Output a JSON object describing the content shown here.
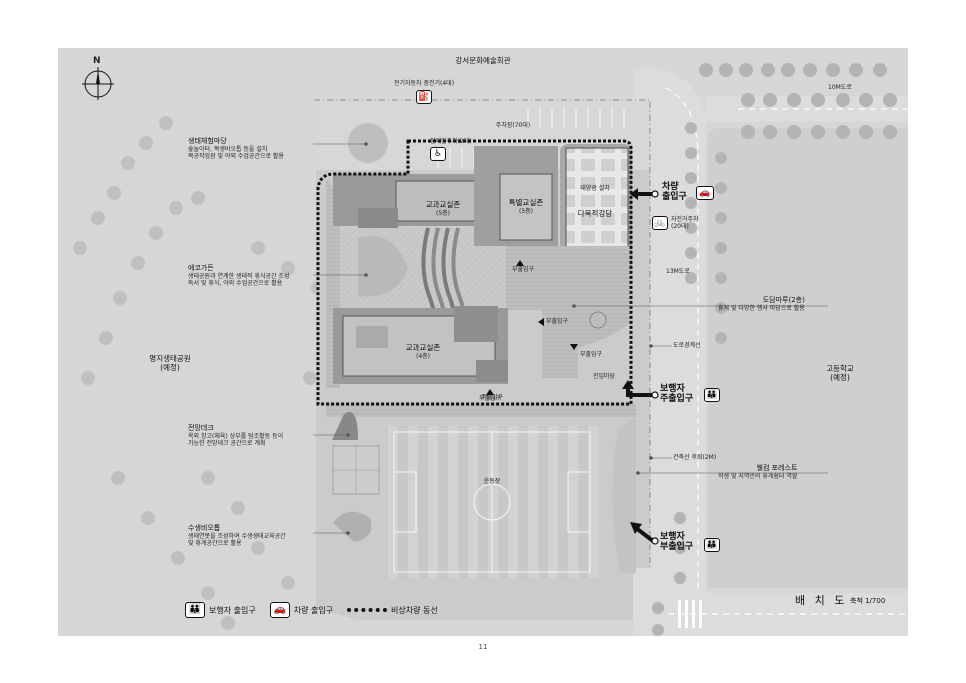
{
  "north_label": "N",
  "top_label": "강서문화예술회관",
  "road_labels": {
    "road_10m": "10M도로",
    "road_13m": "13M도로"
  },
  "neighbors": {
    "park": "명지생태공원\n(예정)",
    "school": "고등학교\n(예정)"
  },
  "ev_charging": "전기자동차 충전기(4대)",
  "parking": "주차장(70대)",
  "disabled_parking": "장애인주차(2대)",
  "buildings": {
    "class_zone_5": {
      "name": "교과교실존",
      "floors": "(5층)"
    },
    "special_zone": {
      "name": "특별교실존",
      "floors": "(5층)"
    },
    "multipurpose": {
      "name": "다목적강당",
      "note": "태양광 설치"
    },
    "class_zone_4": {
      "name": "교과교실존",
      "floors": "(4층)"
    }
  },
  "bicycle_parking": "자전거주차\n(20대)",
  "callouts": [
    {
      "id": "eco-experience",
      "title": "생태체험마당",
      "desc": "숲놀이터, 목생비오톱 등을 설치\n목공작업장 및 야외 수업공간으로 활용"
    },
    {
      "id": "eco-garden",
      "title": "에코가든",
      "desc": "생태공원과 연계한 생태적 휴식공간 조성\n독서 및 휴식, 야외 수업공간으로 활용"
    },
    {
      "id": "observation-deck",
      "title": "전망데크",
      "desc": "옥외 창고(체육) 상부를 탐조활동 등이\n가능한 전망데크 공간으로 계획"
    },
    {
      "id": "biotope",
      "title": "수생비오톱",
      "desc": "생태연못을 조성하여 수생생태교육공간\n및 휴게공간으로 활용"
    },
    {
      "id": "stepped-floor",
      "title": "도담마루(2층)",
      "desc": "휴게 및 다양한 행사 마당으로 활용"
    },
    {
      "id": "welcome-forest",
      "title": "웰컴 포레스트",
      "desc": "학생 및 지역민의 휴게쉼터 역할"
    }
  ],
  "side_entrances": [
    "부출입구",
    "부출입구",
    "부출입구",
    "부출입구"
  ],
  "main_entrance": "주출입구",
  "entry_plaza": "진입마당",
  "boundary_line": "도로경계선",
  "setback_line": "건축선 후퇴(2M)",
  "playground": "운동장",
  "entrances": {
    "vehicle": "차량\n출입구",
    "pedestrian_main": "보행자\n주출입구",
    "pedestrian_sub": "보행자\n부출입구"
  },
  "legend": {
    "pedestrian": "보행자 출입구",
    "vehicle": "차량 출입구",
    "emergency": "비상차량 동선"
  },
  "plan_title": "배 치 도",
  "plan_scale": "축척 1/700",
  "page_number": "11"
}
